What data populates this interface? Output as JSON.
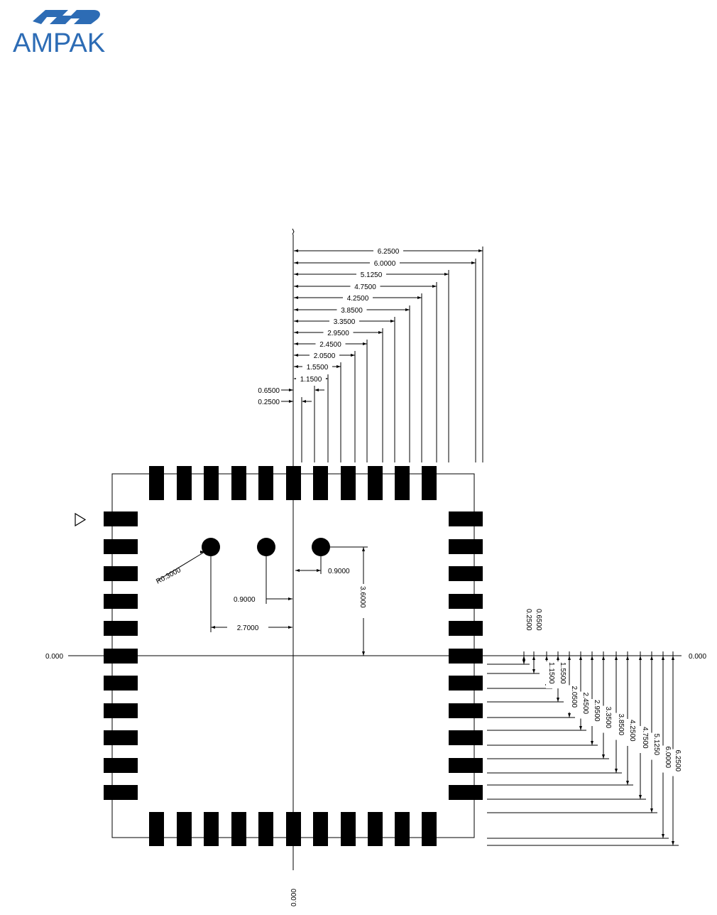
{
  "logo": {
    "text": "AMPAK",
    "color": "#2d6cb5"
  },
  "diagram": {
    "origin_labels": {
      "left": "0.000",
      "right": "0.000",
      "bottom": "0.000"
    },
    "top_dims": [
      "6.2500",
      "6.0000",
      "5.1250",
      "4.7500",
      "4.2500",
      "3.8500",
      "3.3500",
      "2.9500",
      "2.4500",
      "2.0500",
      "1.5500",
      "1.1500",
      "0.6500",
      "0.2500"
    ],
    "right_dims": [
      "0.2500",
      "0.6500",
      "1.1500",
      "1.5500",
      "2.0500",
      "2.4500",
      "2.9500",
      "3.3500",
      "3.8500",
      "4.2500",
      "4.7500",
      "5.1250",
      "6.0000",
      "6.2500"
    ],
    "hole_dims": {
      "radius": "R0.3000",
      "hole_offset_right": "0.9000",
      "hole_offset_left": "0.9000",
      "hole_spacing": "2.7000",
      "hole_height": "3.6000"
    },
    "pads": {
      "top_count": 11,
      "bottom_count": 11,
      "left_count": 11,
      "right_count": 11
    },
    "holes": {
      "count": 3
    }
  }
}
